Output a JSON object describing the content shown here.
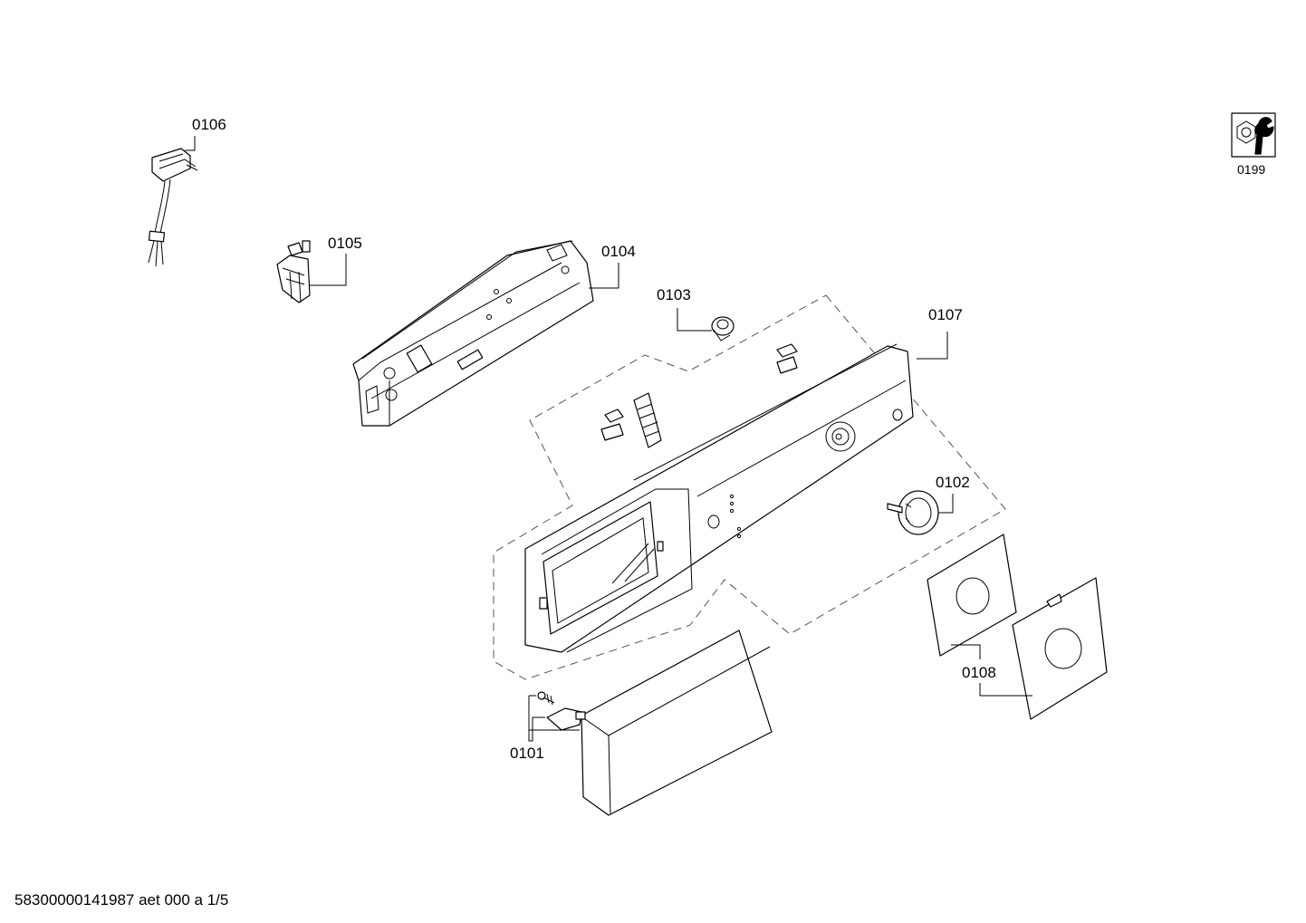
{
  "parts": {
    "p0101": "0101",
    "p0102": "0102",
    "p0103": "0103",
    "p0104": "0104",
    "p0105": "0105",
    "p0106": "0106",
    "p0107": "0107",
    "p0108": "0108",
    "p0199": "0199"
  },
  "footer": {
    "doc_id": "58300000141987 aet 000 a 1/5"
  }
}
